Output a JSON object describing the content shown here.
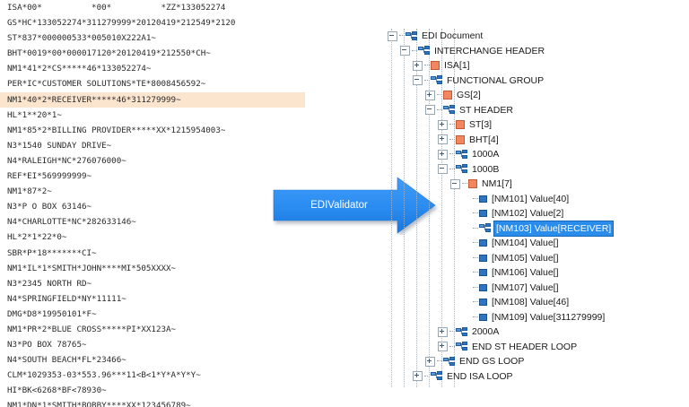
{
  "edi": {
    "highlight_color": "#fce5cf",
    "highlighted_index": 6,
    "lines": [
      "ISA*00*          *00*          *ZZ*133052274",
      "GS*HC*133052274*311279999*20120419*212549*2120",
      "ST*837*000000533*005010X222A1~",
      "BHT*0019*00*000017120*20120419*212550*CH~",
      "NM1*41*2*CS*****46*133052274~",
      "PER*IC*CUSTOMER SOLUTIONS*TE*8008456592~",
      "NM1*40*2*RECEIVER*****46*311279999~",
      "HL*1**20*1~",
      "NM1*85*2*BILLING PROVIDER*****XX*1215954003~",
      "N3*1540 SUNDAY DRIVE~",
      "N4*RALEIGH*NC*276076000~",
      "REF*EI*569999999~",
      "NM1*87*2~",
      "N3*P O BOX 63146~",
      "N4*CHARLOTTE*NC*282633146~",
      "HL*2*1*22*0~",
      "SBR*P*18*******CI~",
      "NM1*IL*1*SMITH*JOHN****MI*505XXXX~",
      "N3*2345 NORTH RD~",
      "N4*SPRINGFIELD*NY*11111~",
      "DMG*D8*19950101*F~",
      "NM1*PR*2*BLUE CROSS*****PI*XX123A~",
      "N3*PO BOX 78765~",
      "N4*SOUTH BEACH*FL*23466~",
      "CLM*1029353-03*553.96***11<B<1*Y*A*Y*Y~",
      "HI*BK<6268*BF<78930~",
      "NM1*DN*1*SMITH*BOBBY****XX*123456789~"
    ]
  },
  "arrow": {
    "label": "EDIValidator",
    "color_start": "#3d9bf5",
    "color_end": "#1673d6",
    "text_color": "#ffffff"
  },
  "tree": {
    "selected_label": "[NM103]  Value[RECEIVER]",
    "selection_color": "#2a8ceb",
    "nodes": [
      {
        "depth": 0,
        "expander": "minus",
        "icon": "hierarchy",
        "label": "EDI Document",
        "selected": false
      },
      {
        "depth": 1,
        "expander": "minus",
        "icon": "hierarchy",
        "label": "INTERCHANGE HEADER",
        "selected": false
      },
      {
        "depth": 2,
        "expander": "plus",
        "icon": "segment",
        "label": "ISA[1]",
        "selected": false
      },
      {
        "depth": 2,
        "expander": "minus",
        "icon": "hierarchy",
        "label": "FUNCTIONAL GROUP",
        "selected": false
      },
      {
        "depth": 3,
        "expander": "plus",
        "icon": "segment",
        "label": "GS[2]",
        "selected": false
      },
      {
        "depth": 3,
        "expander": "minus",
        "icon": "hierarchy",
        "label": "ST HEADER",
        "selected": false
      },
      {
        "depth": 4,
        "expander": "plus",
        "icon": "segment",
        "label": "ST[3]",
        "selected": false
      },
      {
        "depth": 4,
        "expander": "plus",
        "icon": "segment",
        "label": "BHT[4]",
        "selected": false
      },
      {
        "depth": 4,
        "expander": "plus",
        "icon": "hierarchy",
        "label": "1000A",
        "selected": false
      },
      {
        "depth": 4,
        "expander": "minus",
        "icon": "hierarchy",
        "label": "1000B",
        "selected": false
      },
      {
        "depth": 5,
        "expander": "minus",
        "icon": "segment",
        "label": "NM1[7]",
        "selected": false
      },
      {
        "depth": 6,
        "expander": "none",
        "icon": "element",
        "label": "[NM101]  Value[40]",
        "selected": false
      },
      {
        "depth": 6,
        "expander": "none",
        "icon": "element",
        "label": "[NM102]  Value[2]",
        "selected": false
      },
      {
        "depth": 6,
        "expander": "none",
        "icon": "hierarchy",
        "label": "[NM103]  Value[RECEIVER]",
        "selected": true
      },
      {
        "depth": 6,
        "expander": "none",
        "icon": "element",
        "label": "[NM104]  Value[]",
        "selected": false
      },
      {
        "depth": 6,
        "expander": "none",
        "icon": "element",
        "label": "[NM105]  Value[]",
        "selected": false
      },
      {
        "depth": 6,
        "expander": "none",
        "icon": "element",
        "label": "[NM106]  Value[]",
        "selected": false
      },
      {
        "depth": 6,
        "expander": "none",
        "icon": "element",
        "label": "[NM107]  Value[]",
        "selected": false
      },
      {
        "depth": 6,
        "expander": "none",
        "icon": "element",
        "label": "[NM108]  Value[46]",
        "selected": false
      },
      {
        "depth": 6,
        "expander": "none",
        "icon": "element",
        "label": "[NM109]  Value[311279999]",
        "selected": false
      },
      {
        "depth": 4,
        "expander": "plus",
        "icon": "hierarchy",
        "label": "2000A",
        "selected": false
      },
      {
        "depth": 4,
        "expander": "plus",
        "icon": "hierarchy",
        "label": "END ST HEADER LOOP",
        "selected": false
      },
      {
        "depth": 3,
        "expander": "plus",
        "icon": "hierarchy",
        "label": "END GS LOOP",
        "selected": false
      },
      {
        "depth": 2,
        "expander": "plus",
        "icon": "hierarchy",
        "label": "END ISA LOOP",
        "selected": false
      }
    ]
  }
}
